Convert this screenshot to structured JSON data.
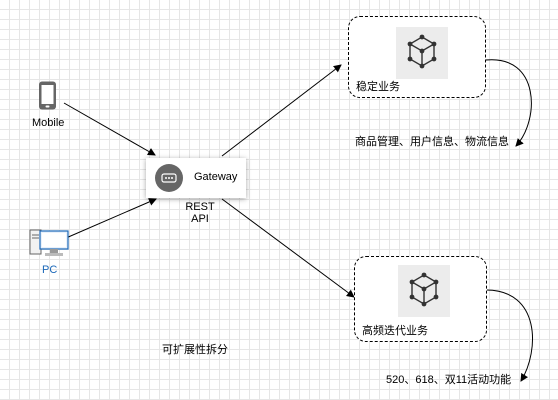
{
  "nodes": {
    "mobile": {
      "label": "Mobile"
    },
    "pc": {
      "label": "PC"
    },
    "gateway": {
      "label": "Gateway",
      "sub_label_1": "REST",
      "sub_label_2": "API"
    },
    "stable": {
      "label": "稳定业务",
      "desc": "商品管理、用户信息、物流信息"
    },
    "iterative": {
      "label": "高频迭代业务",
      "desc": "520、618、双11活动功能"
    }
  },
  "caption": "可扩展性拆分",
  "colors": {
    "pc_label": "#1a67b8",
    "icon_gray": "#666666",
    "line": "#000000"
  }
}
